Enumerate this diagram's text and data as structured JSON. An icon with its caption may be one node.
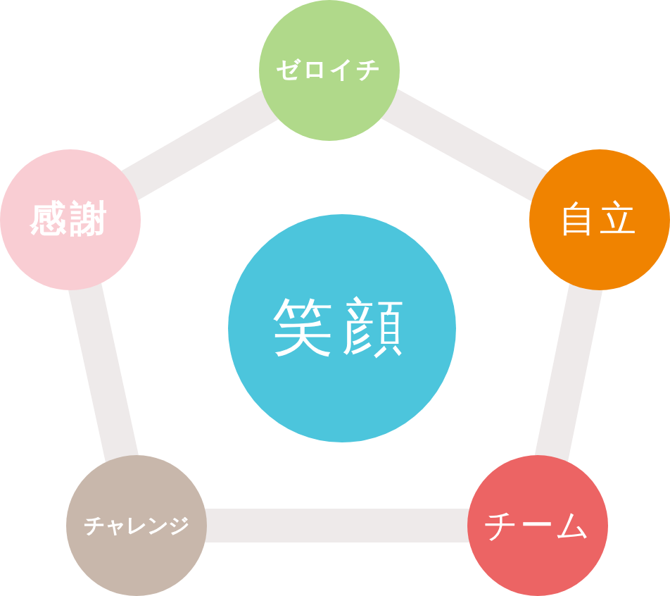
{
  "diagram": {
    "nodes": [
      {
        "text": [
          "ゼロイチ"
        ]
      },
      {
        "text": [
          "感謝"
        ]
      },
      {
        "text": [
          "自立"
        ]
      },
      {
        "text": [
          "笑顔"
        ]
      },
      {
        "text": [
          "チャレンジ"
        ]
      },
      {
        "text": [
          "チーム"
        ]
      }
    ],
    "edges": [
      {
        "from": 0,
        "to": 2,
        "arrow": "none"
      },
      {
        "from": 2,
        "to": 5,
        "arrow": "none"
      },
      {
        "from": 5,
        "to": 4,
        "arrow": "none"
      },
      {
        "from": 4,
        "to": 1,
        "arrow": "none"
      },
      {
        "from": 1,
        "to": 0,
        "arrow": "none"
      }
    ]
  }
}
